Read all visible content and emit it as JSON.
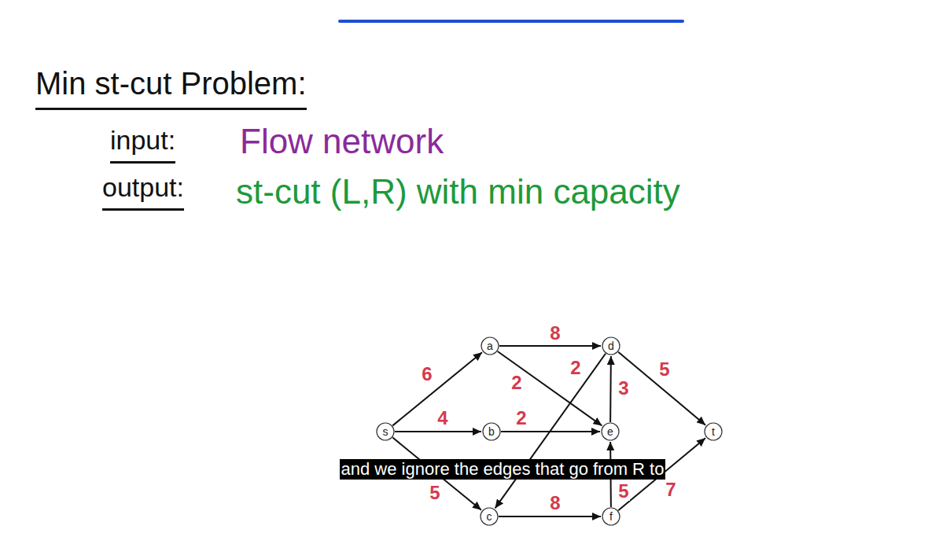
{
  "diagram": {
    "caption": "and we ignore the edges that go from R to",
    "nodes": [
      {
        "text": [
          "s"
        ]
      },
      {
        "text": [
          "a"
        ]
      },
      {
        "text": [
          "b"
        ]
      },
      {
        "text": [
          "c"
        ]
      },
      {
        "text": [
          "d"
        ]
      },
      {
        "text": [
          "e"
        ]
      },
      {
        "text": [
          "f"
        ]
      },
      {
        "text": [
          "t"
        ]
      }
    ],
    "edges": [
      {
        "from": 0,
        "to": 1,
        "arrow": "to",
        "label": "6"
      },
      {
        "from": 0,
        "to": 2,
        "arrow": "to",
        "label": "4"
      },
      {
        "from": 0,
        "to": 3,
        "arrow": "to",
        "label": "5"
      },
      {
        "from": 1,
        "to": 4,
        "arrow": "to",
        "label": "8"
      },
      {
        "from": 1,
        "to": 5,
        "arrow": "to",
        "label": "2"
      },
      {
        "from": 2,
        "to": 5,
        "arrow": "to",
        "label": "2"
      },
      {
        "from": 4,
        "to": 3,
        "arrow": "to",
        "label": "2"
      },
      {
        "from": 5,
        "to": 4,
        "arrow": "to",
        "label": "3"
      },
      {
        "from": 4,
        "to": 7,
        "arrow": "to",
        "label": "5"
      },
      {
        "from": 6,
        "to": 5,
        "arrow": "to",
        "label": "5"
      },
      {
        "from": 3,
        "to": 6,
        "arrow": "to",
        "label": "8"
      },
      {
        "from": 6,
        "to": 7,
        "arrow": "to",
        "label": "7"
      }
    ],
    "labels": [
      "Min st-cut Problem:",
      "input:",
      "Flow network",
      "output:",
      "st-cut (L,R) with min capacity"
    ]
  }
}
